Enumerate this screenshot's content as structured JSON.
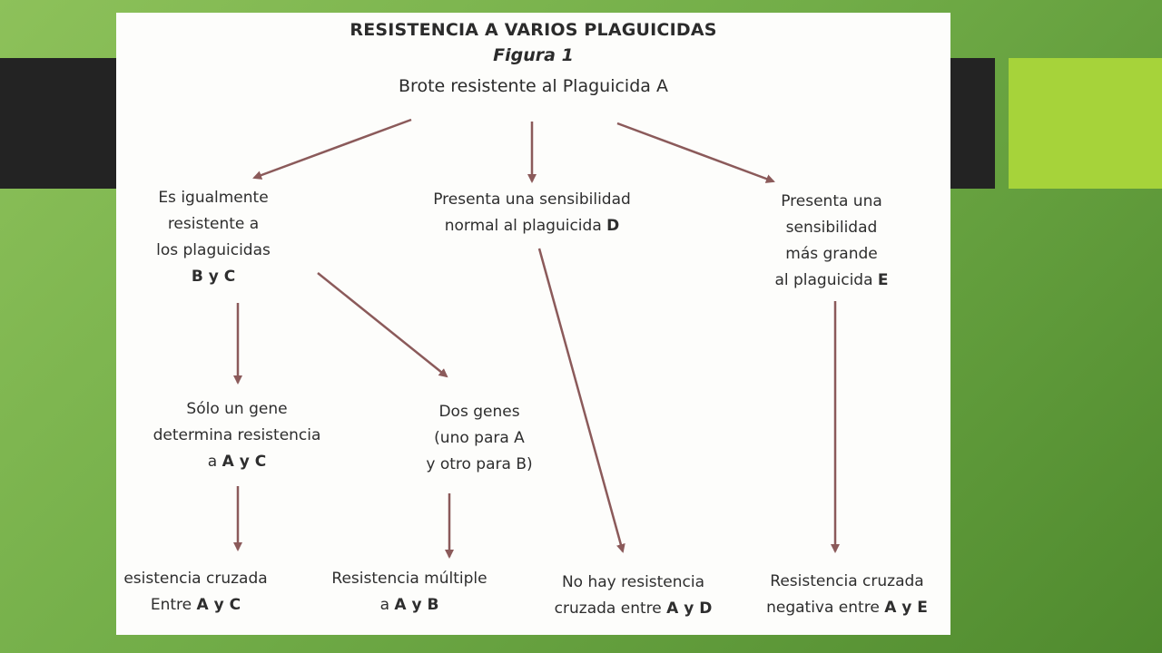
{
  "diagram": {
    "title": "RESISTENCIA A VARIOS PLAGUICIDAS",
    "subtitle": "Figura 1",
    "root": "Brote resistente al Plaguicida A",
    "branch_left": {
      "lines": [
        "Es igualmente",
        "resistente a",
        "los plaguicidas"
      ],
      "emph": "B y C"
    },
    "branch_mid": {
      "line1": "Presenta una sensibilidad",
      "line2": "normal al plaguicida",
      "emph": "D"
    },
    "branch_right": {
      "line1": "Presenta una",
      "line2": "sensibilidad",
      "line3": "más grande",
      "line4": "al plaguicida",
      "emph": "E"
    },
    "one_gene": {
      "line1": "Sólo un gene",
      "line2": "determina resistencia",
      "prefix": "a",
      "emph": "A y C"
    },
    "two_genes": {
      "line1": "Dos genes",
      "line2": "(uno para A",
      "line3": "y otro para B)"
    },
    "outcome_1": {
      "line1": "esistencia cruzada",
      "prefix": "Entre",
      "emph": "A y C"
    },
    "outcome_2": {
      "line1": "Resistencia múltiple",
      "prefix": "a",
      "emph": "A y B"
    },
    "outcome_3": {
      "line1": "No hay resistencia",
      "prefix": "cruzada entre",
      "emph": "A y D"
    },
    "outcome_4": {
      "line1": "Resistencia cruzada",
      "prefix": "negativa entre",
      "emph": "A y E"
    },
    "arrow_color": "#8b5a5a"
  }
}
